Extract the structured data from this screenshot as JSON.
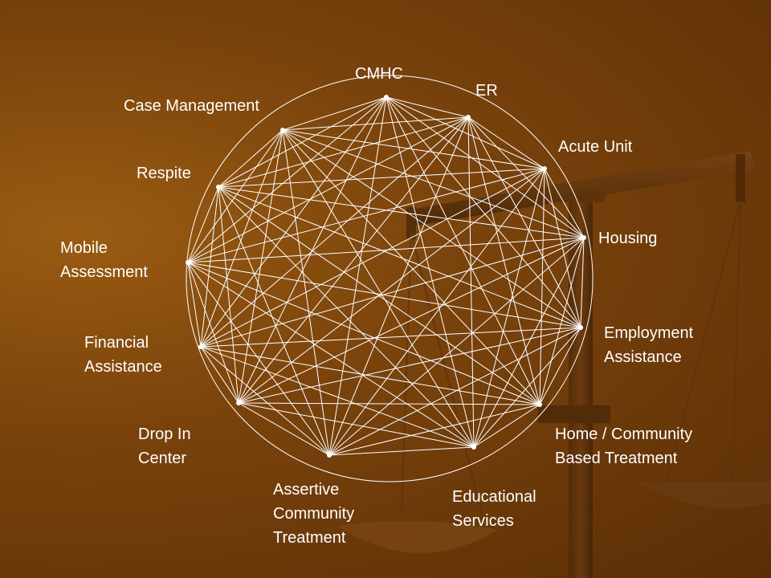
{
  "diagram": {
    "nodes": [
      {
        "id": "cmhc",
        "lines": [
          "CMHC"
        ]
      },
      {
        "id": "er",
        "lines": [
          "ER"
        ]
      },
      {
        "id": "acute-unit",
        "lines": [
          "Acute Unit"
        ]
      },
      {
        "id": "housing",
        "lines": [
          "Housing"
        ]
      },
      {
        "id": "employment-assistance",
        "lines": [
          "Employment",
          "Assistance"
        ]
      },
      {
        "id": "home-community-based-treatment",
        "lines": [
          "Home / Community",
          "Based Treatment"
        ]
      },
      {
        "id": "educational-services",
        "lines": [
          "Educational",
          "Services"
        ]
      },
      {
        "id": "assertive-community-treatment",
        "lines": [
          "Assertive",
          "Community",
          "Treatment"
        ]
      },
      {
        "id": "drop-in-center",
        "lines": [
          "Drop In",
          "Center"
        ]
      },
      {
        "id": "financial-assistance",
        "lines": [
          "Financial",
          "Assistance"
        ]
      },
      {
        "id": "mobile-assessment",
        "lines": [
          "Mobile",
          "Assessment"
        ]
      },
      {
        "id": "respite",
        "lines": [
          "Respite"
        ]
      },
      {
        "id": "case-management",
        "lines": [
          "Case Management"
        ]
      }
    ],
    "connections": "all-to-all",
    "colors": {
      "lines": "#ffffff",
      "text": "#ffffff",
      "scale": "#3a1e08"
    }
  }
}
